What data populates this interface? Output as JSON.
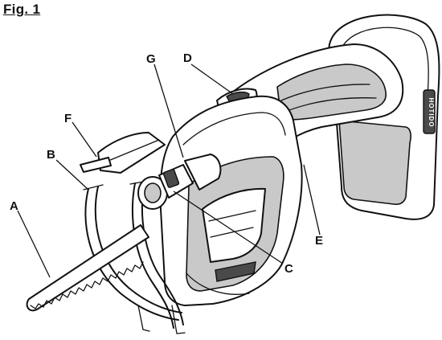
{
  "figure": {
    "title": "Fig. 1"
  },
  "callouts": [
    {
      "id": "A",
      "label": "A"
    },
    {
      "id": "B",
      "label": "B"
    },
    {
      "id": "C",
      "label": "C"
    },
    {
      "id": "D",
      "label": "D"
    },
    {
      "id": "E",
      "label": "E"
    },
    {
      "id": "F",
      "label": "F"
    },
    {
      "id": "G",
      "label": "G"
    }
  ],
  "battery": {
    "fuel_gauge_text": "HOTIDO"
  }
}
